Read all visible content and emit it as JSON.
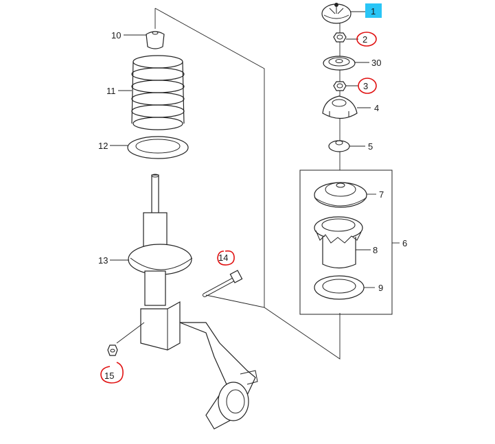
{
  "highlight_color": "#29c5f6",
  "circle_color": "#e01010",
  "labels": {
    "p1": "1",
    "p2": "2",
    "p30": "30",
    "p3": "3",
    "p4": "4",
    "p5": "5",
    "p6": "6",
    "p7": "7",
    "p8": "8",
    "p9": "9",
    "p10": "10",
    "p11": "11",
    "p12": "12",
    "p13": "13",
    "p14": "14",
    "p15": "15"
  }
}
